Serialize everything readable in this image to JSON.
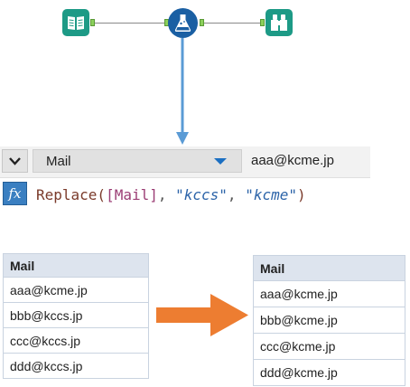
{
  "workflow": {
    "tools": [
      {
        "name": "input-data-tool",
        "color": "#1d9a86"
      },
      {
        "name": "formula-tool",
        "color": "#1a5fa3"
      },
      {
        "name": "browse-tool",
        "color": "#1d9a86"
      }
    ]
  },
  "config": {
    "field_selected": "Mail",
    "sample_value": "aaa@kcme.jp",
    "fx_label": "fx",
    "expression": {
      "fn": "Replace(",
      "field": "[Mail]",
      "sep1": ", ",
      "arg1": "\"kccs\"",
      "sep2": ", ",
      "arg2": "\"kcme\"",
      "close": ")"
    }
  },
  "input_table": {
    "header": "Mail",
    "rows": [
      "aaa@kcme.jp",
      "bbb@kccs.jp",
      "ccc@kccs.jp",
      "ddd@kccs.jp"
    ]
  },
  "output_table": {
    "header": "Mail",
    "rows": [
      "aaa@kcme.jp",
      "bbb@kcme.jp",
      "ccc@kcme.jp",
      "ddd@kcme.jp"
    ]
  },
  "colors": {
    "down_arrow": "#5b9bd5",
    "result_arrow": "#ed7d31"
  }
}
